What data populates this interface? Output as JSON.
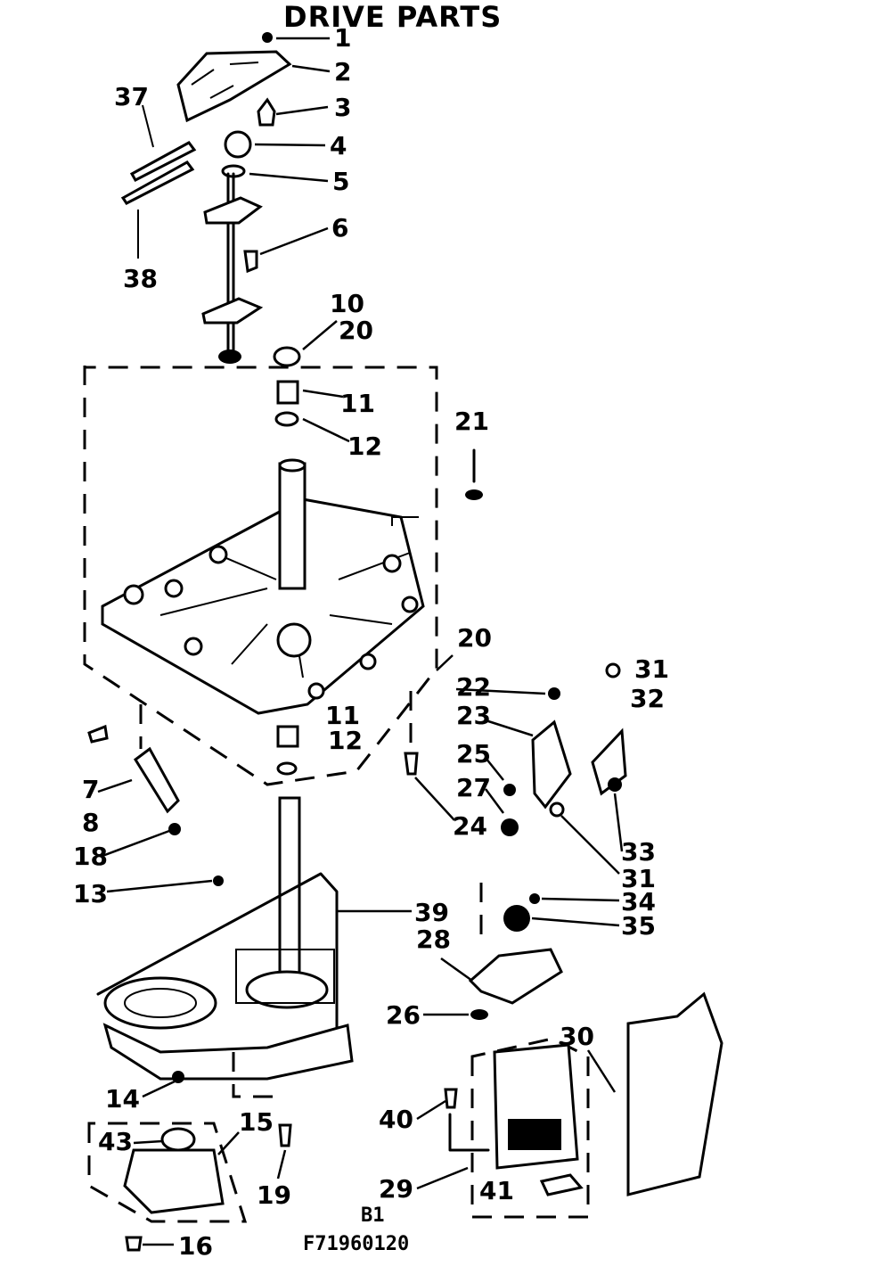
{
  "title": "DRIVE PARTS",
  "footer": {
    "sheet": "B1",
    "code": "F71960120"
  },
  "callouts": [
    "1",
    "2",
    "3",
    "4",
    "5",
    "6",
    "37",
    "38",
    "10",
    "20",
    "11",
    "12",
    "21",
    "20",
    "22",
    "31",
    "32",
    "23",
    "25",
    "27",
    "24",
    "33",
    "31",
    "7",
    "8",
    "18",
    "13",
    "39",
    "28",
    "34",
    "35",
    "26",
    "11",
    "12",
    "14",
    "15",
    "43",
    "19",
    "16",
    "30",
    "40",
    "29",
    "41"
  ]
}
